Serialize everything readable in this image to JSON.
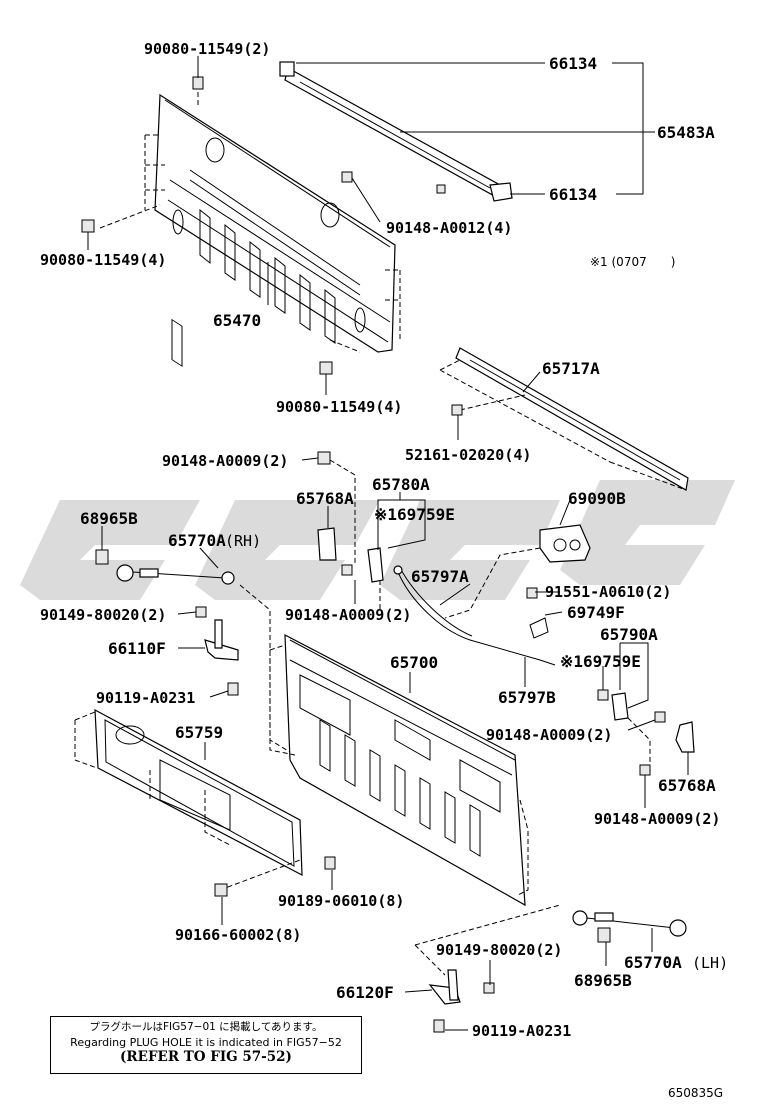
{
  "diagram": {
    "labels": {
      "p90080_top": "90080-11549(2)",
      "p66134_top": "66134",
      "p65483A": "65483A",
      "p66134_bot": "66134",
      "p90148_a0012": "90148-A0012(4)",
      "p90080_left": "90080-11549(4)",
      "p65470": "65470",
      "note_0707": "※1 (0707　　)",
      "p90080_bottom": "90080-11549(4)",
      "p65717A": "65717A",
      "p52161": "52161-02020(4)",
      "p90148_a0009_a": "90148-A0009(2)",
      "p65780A": "65780A",
      "p65768A_a": "65768A",
      "p69759E_a": "※169759E",
      "p69090B": "69090B",
      "p68965B_a": "68965B",
      "p65770A_rh": "65770A",
      "p65770A_rh_suffix": "(RH)",
      "p65797A": "65797A",
      "p91551": "91551-A0610(2)",
      "p90149_a": "90149-80020(2)",
      "p90148_a0009_b": "90148-A0009(2)",
      "p69749F": "69749F",
      "p66110F": "66110F",
      "p65700": "65700",
      "p65790A": "65790A",
      "p69759E_b": "※169759E",
      "p90119_a": "90119-A0231",
      "p65797B": "65797B",
      "p65759": "65759",
      "p90148_a0009_c": "90148-A0009(2)",
      "p65768A_b": "65768A",
      "p90148_a0009_d": "90148-A0009(2)",
      "p90189": "90189-06010(8)",
      "p90166": "90166-60002(8)",
      "p90149_b": "90149-80020(2)",
      "p65770A_lh": "65770A",
      "p65770A_lh_suffix": "(LH)",
      "p68965B_b": "68965B",
      "p66120F": "66120F",
      "p90119_b": "90119-A0231"
    }
  },
  "note": {
    "line1": "プラグホールはFIG57−01 に掲載してあります。",
    "line2": "Regarding PLUG HOLE   it is indicated in FIG57−52",
    "line3": "(REFER TO FIG 57-52)"
  },
  "footer": {
    "code": "650835G"
  }
}
